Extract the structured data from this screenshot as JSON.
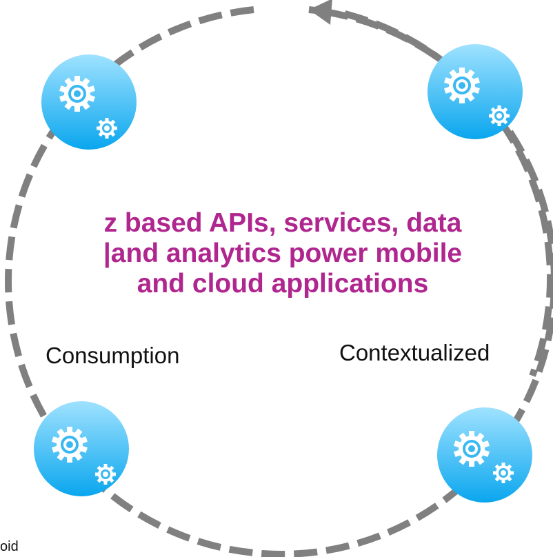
{
  "center": {
    "line1": "z based APIs, services, data",
    "line2": "|and analytics power mobile",
    "line3": "and cloud applications"
  },
  "labels": {
    "left": "Consumption",
    "right": "Contextualized",
    "fragment": "oid"
  },
  "colors": {
    "text_accent": "#b0268f",
    "dash": "#808080",
    "badge_top": "#8fdcff",
    "badge_bottom": "#0ea9f0",
    "gear": "#ffffff"
  },
  "icons": [
    "gear-icon",
    "gear-icon",
    "gear-icon",
    "gear-icon"
  ]
}
